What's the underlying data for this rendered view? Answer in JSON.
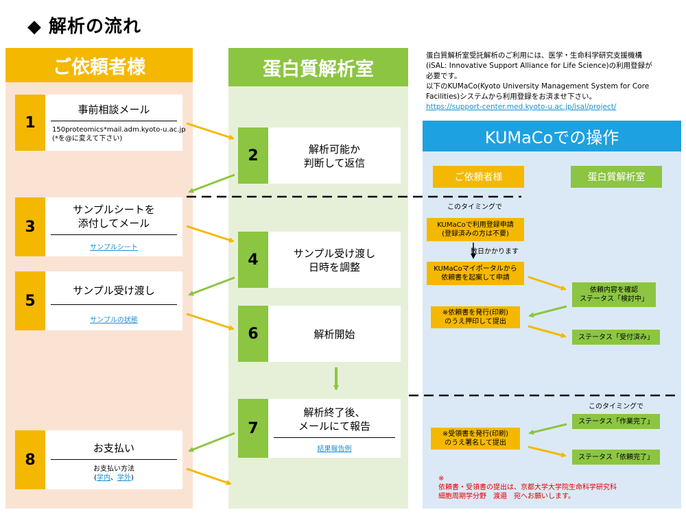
{
  "title": "◆ 解析の流れ",
  "columns": {
    "client": "ご依頼者様",
    "lab": "蛋白質解析室"
  },
  "steps": {
    "s1": {
      "num": "1",
      "title": "事前相談メール",
      "email": "150proteomics*mail.adm.kyoto-u.ac.jp",
      "note": "(*を@に変えて下さい)"
    },
    "s2": {
      "num": "2",
      "line1": "解析可能か",
      "line2": "判断して返信"
    },
    "s3": {
      "num": "3",
      "line1": "サンプルシートを",
      "line2": "添付してメール",
      "link": "サンプルシート"
    },
    "s4": {
      "num": "4",
      "line1": "サンプル受け渡し",
      "line2": "日時を調整"
    },
    "s5": {
      "num": "5",
      "title": "サンプル受け渡し",
      "link": "サンプルの状態"
    },
    "s6": {
      "num": "6",
      "title": "解析開始"
    },
    "s7": {
      "num": "7",
      "line1": "解析終了後、",
      "line2": "メールにて報告",
      "link": "結果報告例"
    },
    "s8": {
      "num": "8",
      "title": "お支払い",
      "sub": "お支払い方法",
      "paren_open": "(",
      "link_a": "学内",
      "sep": "、",
      "link_b": "学外",
      "paren_close": ")"
    }
  },
  "info": {
    "line1": "蛋白質解析室受託解析のご利用には、医学・生命科学研究支援機構",
    "line2": "(iSAL: Innovative Support Alliance for Life Science)の利用登録が",
    "line3": "必要です。",
    "line4": "以下のKUMaCo(Kyoto University Management System for Core",
    "line5": "Facilities)システムから利用登録をお済ませ下さい。",
    "url": "https://support-center.med.kyoto-u.ac.jp/isal/project/"
  },
  "kumaco": {
    "header": "KUMaCoでの操作",
    "client": "ご依頼者様",
    "lab": "蛋白質解析室",
    "timing1": "このタイミングで",
    "box_register_1": "KUMaCoで利用登録申請",
    "box_register_2": "(登録済みの方は不要)",
    "days": "数日かかります",
    "box_portal_1": "KUMaCoマイポータルから",
    "box_portal_2": "依頼書を起案して申請",
    "box_confirm_1": "依頼内容を確認",
    "box_confirm_2": "ステータス「検討中」",
    "box_issue_1": "※依頼書を発行(印刷)",
    "box_issue_2": "のうえ押印して提出",
    "box_accepted": "ステータス「受付済み」",
    "timing2": "このタイミングで",
    "box_work_done": "ステータス「作業完了」",
    "box_receipt_1": "※受領書を発行(印刷)",
    "box_receipt_2": "のうえ署名して提出",
    "box_request_done": "ステータス「依頼完了」",
    "note_mark": "※",
    "note_1": "依頼書・受領書の提出は、京都大学大学院生命科学研究科",
    "note_2": "細胞周期学分野　渡邉　宛へお願いします。"
  },
  "colors": {
    "client_header": "#f5b800",
    "client_bg": "#fbe3d4",
    "lab_header": "#8cc541",
    "lab_bg": "#e6f0d9",
    "kumaco_header": "#1ea1e0",
    "kumaco_bg": "#dbe9f6",
    "arrow_yellow": "#f5b800",
    "arrow_green": "#8cc541",
    "link": "#1a8fd0",
    "note_red": "#e00000"
  }
}
